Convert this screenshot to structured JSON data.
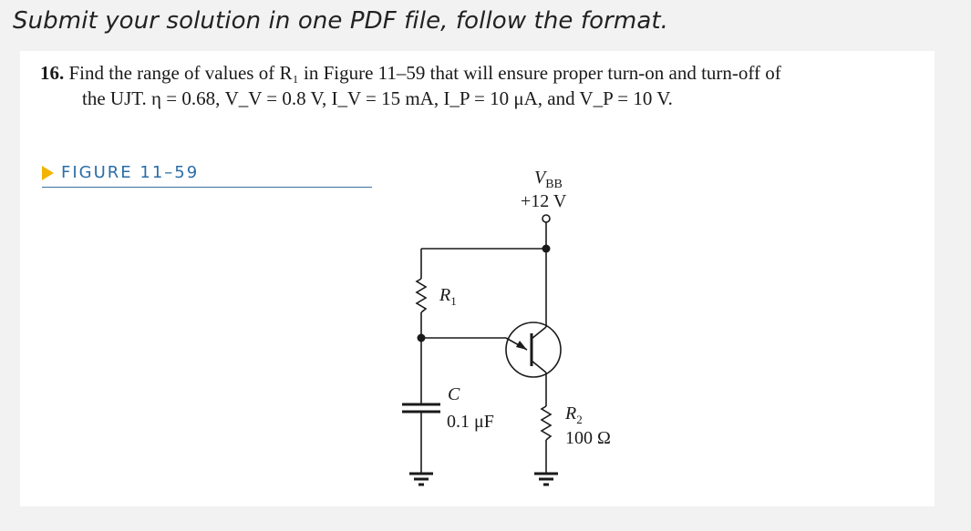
{
  "header": {
    "instruction": "Submit your solution in one PDF file, follow the format."
  },
  "problem": {
    "number": "16.",
    "line1": "Find the range of values of R₁ in Figure 11–59 that will ensure proper turn-on and turn-off of",
    "line2": "the UJT. η = 0.68, V_V = 0.8 V, I_V = 15 mA, I_P = 10 μA, and V_P = 10 V."
  },
  "figure": {
    "label": "FIGURE 11–59",
    "colors": {
      "label": "#2a6ea8",
      "marker": "#f2b400",
      "rule": "#3a6fa0"
    },
    "supply": {
      "name": "V",
      "sub": "BB",
      "value": "+12 V"
    },
    "r1": {
      "name": "R",
      "sub": "1"
    },
    "capacitor": {
      "name": "C",
      "value": "0.1 μF"
    },
    "r2": {
      "name": "R",
      "sub": "2",
      "value": "100 Ω"
    }
  }
}
